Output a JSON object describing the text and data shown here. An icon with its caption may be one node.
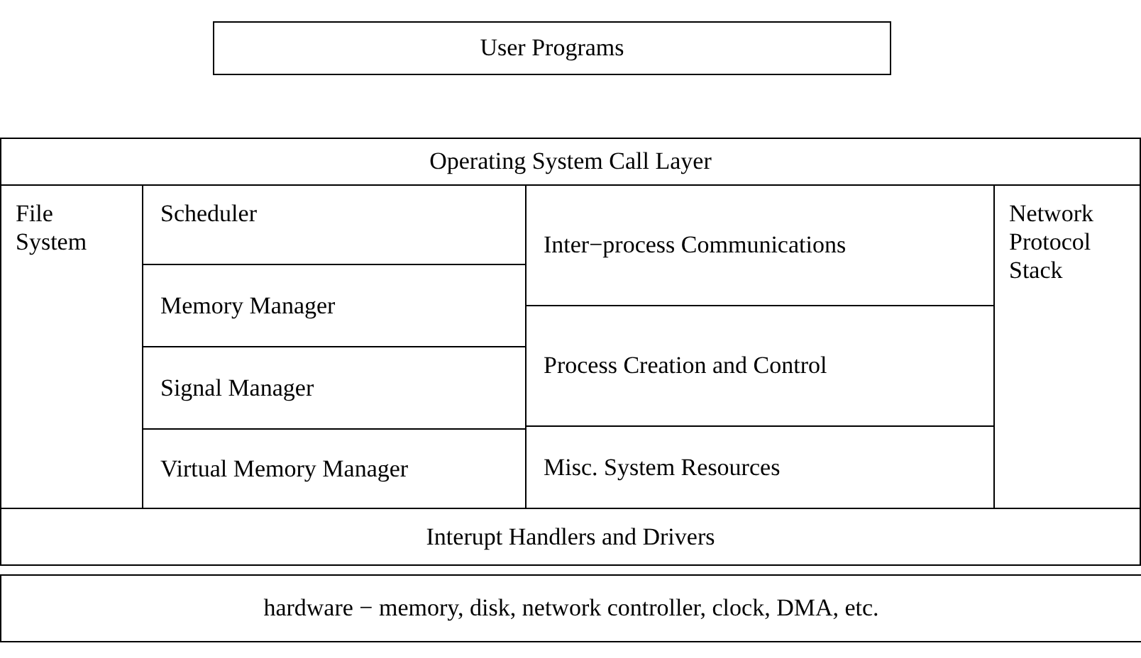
{
  "diagram": {
    "nodes": [
      {
        "text": [
          "User Programs"
        ]
      },
      {
        "text": [
          "Operating System Call Layer"
        ]
      },
      {
        "text": [
          "File System"
        ]
      },
      {
        "text": [
          "Scheduler"
        ]
      },
      {
        "text": [
          "Memory Manager"
        ]
      },
      {
        "text": [
          "Signal Manager"
        ]
      },
      {
        "text": [
          "Virtual Memory Manager"
        ]
      },
      {
        "text": [
          "Inter−process Communications"
        ]
      },
      {
        "text": [
          "Process Creation and Control"
        ]
      },
      {
        "text": [
          "Misc. System Resources"
        ]
      },
      {
        "text": [
          "Network Protocol Stack"
        ]
      },
      {
        "text": [
          "Interupt Handlers and Drivers"
        ]
      },
      {
        "text": [
          "hardware − memory, disk, network controller, clock, DMA, etc."
        ]
      }
    ],
    "edges": []
  }
}
